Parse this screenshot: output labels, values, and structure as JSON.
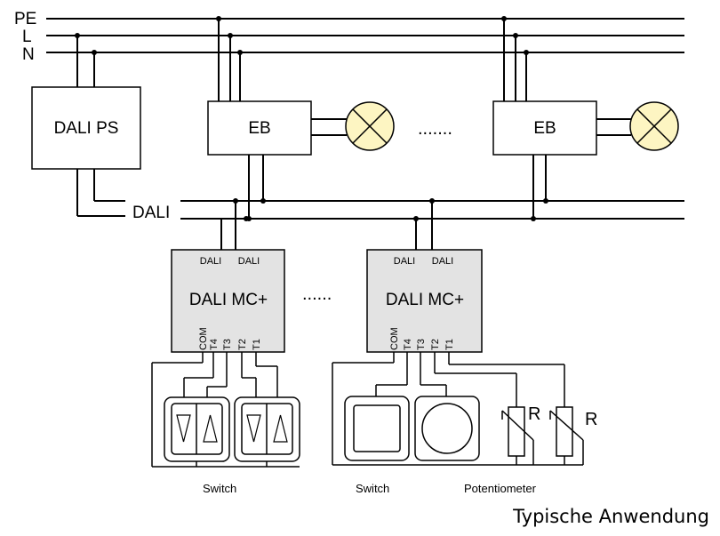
{
  "buses": {
    "pe": "PE",
    "l": "L",
    "n": "N",
    "dali": "DALI"
  },
  "power_supply": {
    "label": "DALI PS"
  },
  "ballasts": [
    {
      "label": "EB"
    },
    {
      "label": "EB"
    }
  ],
  "ellipsis_top": ".......",
  "ellipsis_mid": "......",
  "modules": [
    {
      "title": "DALI MC+",
      "dali_a": "DALI",
      "dali_b": "DALI",
      "pins": [
        "COM",
        "T4",
        "T3",
        "T2",
        "T1"
      ]
    },
    {
      "title": "DALI MC+",
      "dali_a": "DALI",
      "dali_b": "DALI",
      "pins": [
        "COM",
        "T4",
        "T3",
        "T2",
        "T1"
      ]
    }
  ],
  "resistor_label": "R",
  "captions": {
    "switch_1": "Switch",
    "switch_2": "Switch",
    "potentiometer": "Potentiometer"
  },
  "footer_caption": "Typische Anwendung",
  "colors": {
    "lamp_fill": "#fdf5c2",
    "box_fill": "#e3e3e3",
    "line": "#000000"
  }
}
